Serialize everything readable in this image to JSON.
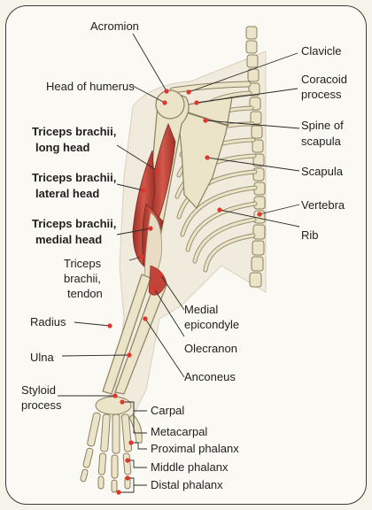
{
  "figure": {
    "labels": {
      "acromion": "Acromion",
      "head_of_humerus": "Head of humerus",
      "clavicle": "Clavicle",
      "coracoid_process_1": "Coracoid",
      "coracoid_process_2": "process",
      "spine_of_scapula_1": "Spine of",
      "spine_of_scapula_2": "scapula",
      "scapula": "Scapula",
      "vertebra": "Vertebra",
      "rib": "Rib",
      "triceps_long_1": "Triceps brachii,",
      "triceps_long_2": "long head",
      "triceps_lateral_1": "Triceps brachii,",
      "triceps_lateral_2": "lateral head",
      "triceps_medial_1": "Triceps brachii,",
      "triceps_medial_2": "medial head",
      "triceps_tendon_1": "Triceps",
      "triceps_tendon_2": "brachii,",
      "triceps_tendon_3": "tendon",
      "radius": "Radius",
      "medial_epicondyle_1": "Medial",
      "medial_epicondyle_2": "epicondyle",
      "olecranon": "Olecranon",
      "ulna": "Ulna",
      "anconeus": "Anconeus",
      "styloid_1": "Styloid",
      "styloid_2": "process",
      "carpal": "Carpal",
      "metacarpal": "Metacarpal",
      "proximal_phalanx": "Proximal phalanx",
      "middle_phalanx": "Middle phalanx",
      "distal_phalanx": "Distal phalanx"
    },
    "colors": {
      "bone": "#ece4c8",
      "bone_outline": "#8a8060",
      "muscle": "#c2453a",
      "tendon": "#e9dcc4",
      "leader": "#2a2a2a",
      "dot": "#e0352b"
    }
  }
}
